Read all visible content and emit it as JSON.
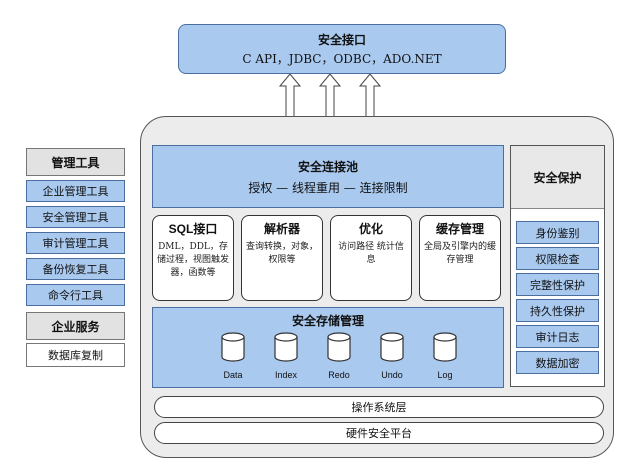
{
  "api": {
    "title": "安全接口",
    "list": "C API，JDBC，ODBC，ADO.NET"
  },
  "pool": {
    "title": "安全连接池",
    "subtitle": "授权 — 线程重用 — 连接限制"
  },
  "modules": [
    {
      "title": "SQL接口",
      "desc": "DML，DDL，存储过程，视图触发器，函数等"
    },
    {
      "title": "解析器",
      "desc": "查询转换，对象，权限等"
    },
    {
      "title": "优化",
      "desc": "访问路径 统计信息"
    },
    {
      "title": "缓存管理",
      "desc": "全局及引擎内的缓存管理"
    }
  ],
  "storage": {
    "title": "安全存储管理",
    "items": [
      "Data",
      "Index",
      "Redo",
      "Undo",
      "Log"
    ]
  },
  "protection": {
    "title": "安全保护",
    "items": [
      "身份鉴别",
      "权限检查",
      "完整性保护",
      "持久性保护",
      "审计日志",
      "数据加密"
    ]
  },
  "layers": {
    "os": "操作系统层",
    "hardware": "硬件安全平台"
  },
  "management": {
    "title": "管理工具",
    "items": [
      "企业管理工具",
      "安全管理工具",
      "审计管理工具",
      "备份恢复工具",
      "命令行工具"
    ]
  },
  "enterprise": {
    "title": "企业服务",
    "items": [
      "数据库复制"
    ]
  }
}
